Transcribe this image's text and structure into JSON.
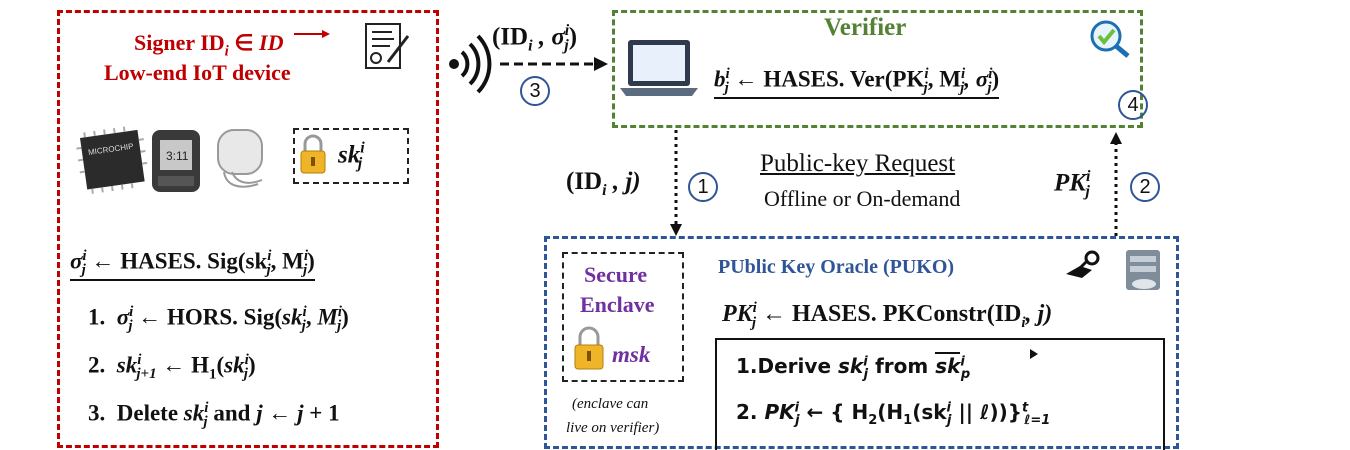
{
  "signer": {
    "title_line1": "Signer ID",
    "title_sub": "i",
    "title_rest": " ∈ ",
    "title_vec": "ID",
    "title_line2": "Low-end IoT device",
    "sk_label": "sk",
    "sk_sup": "i",
    "sk_sub": "j",
    "main_formula": "σ",
    "main_formula_text": " ← HASES. Sig(sk",
    "main_formula_end": ", M",
    "steps": [
      {
        "num": "1.",
        "text": "σ ← HORS. Sig(sk, M)"
      },
      {
        "num": "2.",
        "text": "sk ← H1(sk)"
      },
      {
        "num": "3.",
        "text": "Delete sk and j ← j + 1"
      }
    ]
  },
  "wireless": {
    "message": "(ID",
    "message_i": "i",
    "message_sigma": " , σ",
    "step": "3"
  },
  "verifier": {
    "title": "Verifier",
    "formula_b": "b",
    "formula_text": " ← HASES. Ver(PK",
    "formula_m": ", M",
    "formula_sigma": ", σ",
    "step": "4"
  },
  "request": {
    "left_label": "(ID",
    "left_i": "i",
    "left_j": " , j)",
    "left_step": "1",
    "title": "Public-key Request",
    "subtitle": "Offline or On-demand",
    "right_label": "PK",
    "right_step": "2"
  },
  "puko": {
    "title": "PUblic Key Oracle (PUKO)",
    "formula_pk": "PK",
    "formula_text": " ← HASES. PKConstr(ID",
    "formula_end": ", j)",
    "enclave_line1": "Secure",
    "enclave_line2": "Enclave",
    "msk": "msk",
    "note_line1": "(enclave can",
    "note_line2": "live on verifier)",
    "step1_num": "1.",
    "step1_text": "Derive ",
    "step1_from": " from ",
    "step2_num": "2.",
    "step2_text": " ← { H",
    "step2_mid": "(H",
    "step2_end": "(sk",
    "step2_concat": " || ℓ))}"
  },
  "colors": {
    "signer": "#c00000",
    "verifier": "#548235",
    "puko": "#2f5597",
    "enclave": "#7030a0",
    "lock": "#f0b429"
  }
}
